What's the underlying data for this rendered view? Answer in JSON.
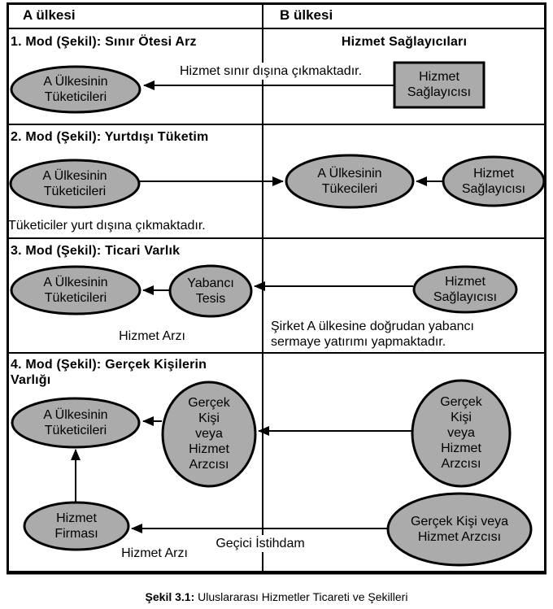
{
  "header": {
    "country_a": "A  ülkesi",
    "country_b": "B  ülkesi"
  },
  "mode1": {
    "title": "1. Mod (Şekil): Sınır Ötesi Arz",
    "providers_header": "Hizmet Sağlayıcıları",
    "consumers": [
      "A Ülkesinin",
      "Tüketicileri"
    ],
    "provider_box": [
      "Hizmet",
      "Sağlayıcısı"
    ],
    "arrow_label": "Hizmet sınır dışına çıkmaktadır."
  },
  "mode2": {
    "title": "2. Mod (Şekil): Yurtdışı Tüketim",
    "consumers": [
      "A Ülkesinin",
      "Tüketicileri"
    ],
    "consumers_abroad": [
      "A Ülkesinin",
      "Tükecileri"
    ],
    "provider": [
      "Hizmet",
      "Sağlayıcısı"
    ],
    "note": "Tüketiciler yurt dışına çıkmaktadır."
  },
  "mode3": {
    "title": "3. Mod (Şekil): Ticari Varlık",
    "consumers": [
      "A Ülkesinin",
      "Tüketicileri"
    ],
    "foreign_facility": [
      "Yabancı",
      "Tesis"
    ],
    "provider": [
      "Hizmet",
      "Sağlayıcısı"
    ],
    "supply_label": "Hizmet Arzı",
    "note": [
      "Şirket A ülkesine doğrudan yabancı",
      "sermaye yatırımı yapmaktadır."
    ]
  },
  "mode4": {
    "title": [
      "4. Mod (Şekil): Gerçek Kişilerin",
      "Varlığı"
    ],
    "consumers": [
      "A Ülkesinin",
      "Tüketicileri"
    ],
    "natural_person_a": [
      "Gerçek",
      "Kişi",
      "veya",
      "Hizmet",
      "Arzcısı"
    ],
    "natural_person_b": [
      "Gerçek",
      "Kişi",
      "veya",
      "Hizmet",
      "Arzcısı"
    ],
    "natural_person_b_wide": [
      "Gerçek Kişi veya",
      "Hizmet Arzcısı"
    ],
    "service_firm": [
      "Hizmet",
      "Firması"
    ],
    "temp_employment_label": "Geçici İstihdam",
    "supply_label": "Hizmet Arzı"
  },
  "caption": {
    "bold": "Şekil 3.1:",
    "text": "Uluslararası Hizmetler Ticareti ve Şekilleri"
  },
  "colors": {
    "shape_fill": "#ababab",
    "line": "#000000"
  }
}
